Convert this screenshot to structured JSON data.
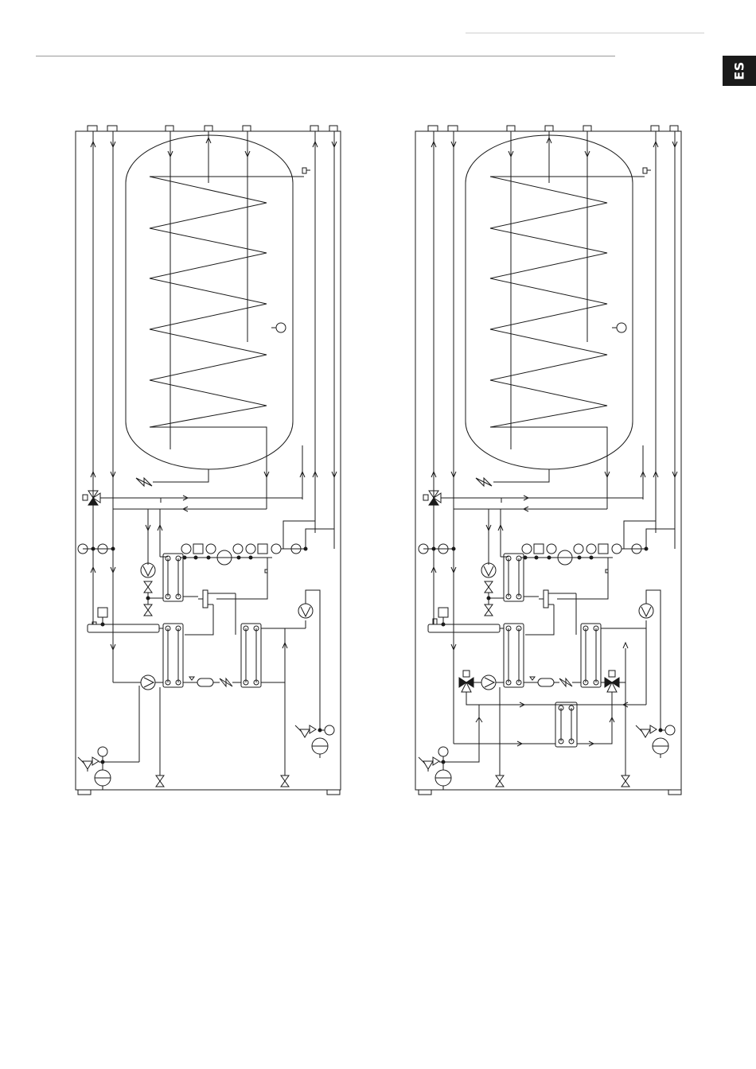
{
  "header": {
    "language_tab": "ES"
  },
  "colors": {
    "line": "#1a1a1a",
    "tab_background": "#1a1a1a",
    "tab_text": "#ffffff",
    "rule": "#9a9a9a"
  },
  "icons": [
    "tank-heat-exchanger-coil-icon",
    "three-way-valve-icon",
    "circulation-pump-icon",
    "compressor-icon",
    "plate-heat-exchanger-icon",
    "shutoff-valve-icon",
    "safety-valve-icon",
    "expansion-vessel-icon",
    "temperature-sensor-icon",
    "pressure-gauge-icon",
    "flow-arrow-icon"
  ],
  "diagrams": [
    {
      "variant": "standard"
    },
    {
      "variant": "with-additional-heat-exchanger"
    }
  ]
}
